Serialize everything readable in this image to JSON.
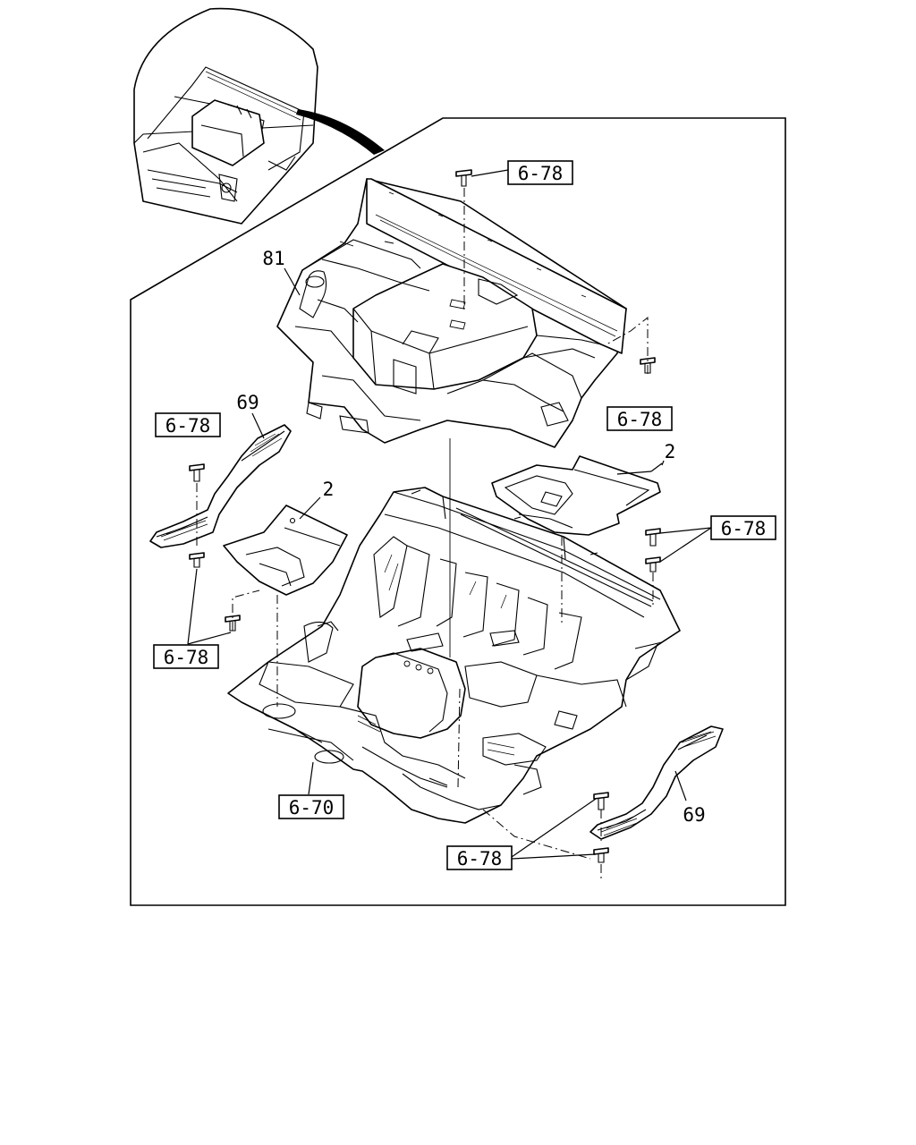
{
  "references": {
    "top_bolt": "6-78",
    "right_upper_bolt": "6-78",
    "left_step_bolt": "6-78",
    "right_side_bolts": "6-78",
    "left_lower_bolts": "6-78",
    "floor_panel": "6-70",
    "bottom_bolts": "6-78"
  },
  "part_numbers": {
    "rear_panel": "81",
    "left_step": "69",
    "right_insulator": "2",
    "left_insulator": "2",
    "right_step": "69"
  }
}
